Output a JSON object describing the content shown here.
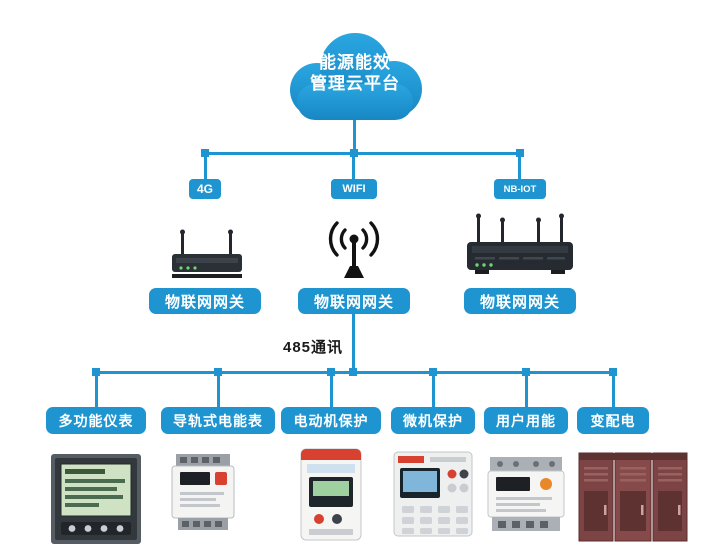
{
  "cloud": {
    "line1": "能源能效",
    "line2": "管理云平台"
  },
  "network": {
    "nodes": [
      {
        "badge": "4G",
        "gateway": "物联网网关"
      },
      {
        "badge": "WIFI",
        "gateway": "物联网网关"
      },
      {
        "badge": "NB-IOT",
        "gateway": "物联网网关"
      }
    ]
  },
  "bus_label": "485通讯",
  "devices": [
    {
      "label": "多功能仪表"
    },
    {
      "label": "导轨式电能表"
    },
    {
      "label": "电动机保护"
    },
    {
      "label": "微机保护"
    },
    {
      "label": "用户用能"
    },
    {
      "label": "变配电"
    }
  ],
  "colors": {
    "primary_blue": "#1e95d0",
    "cloud_blue": "#1f9ad6",
    "bus_text": "#1a1a1a",
    "device_red": "#d8402f",
    "cabinet_maroon": "#7c4444"
  }
}
